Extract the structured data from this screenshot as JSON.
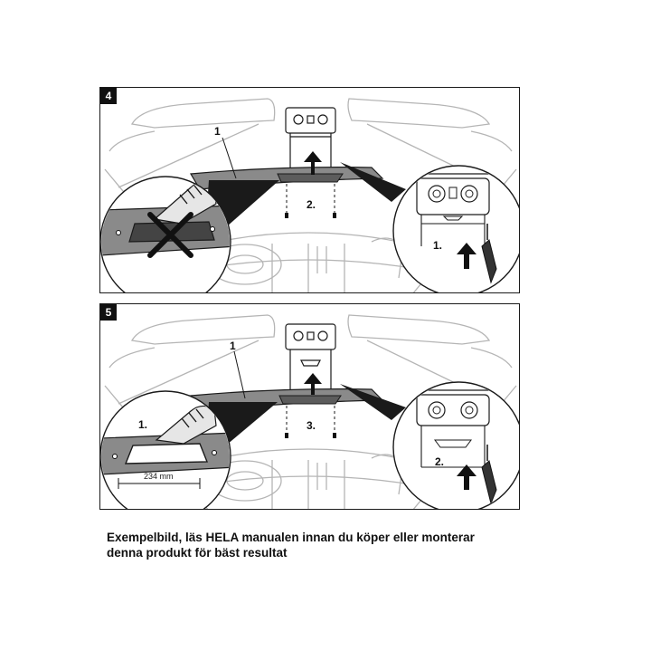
{
  "panels": [
    {
      "step": "4",
      "labels": {
        "part": "1",
        "push": "2.",
        "screw": "1."
      }
    },
    {
      "step": "5",
      "labels": {
        "part": "1",
        "push": "3.",
        "inset_step": "1.",
        "screw": "2.",
        "measurement": "234 mm"
      }
    }
  ],
  "caption": {
    "line1": "Exempelbild, läs HELA manualen innan du köper eller monterar",
    "line2": "denna produkt för bäst resultat"
  },
  "colors": {
    "line": "#1a1a1a",
    "light_line": "#b5b5b5",
    "part_fill": "#8a8a8a",
    "arrow": "#111111"
  }
}
